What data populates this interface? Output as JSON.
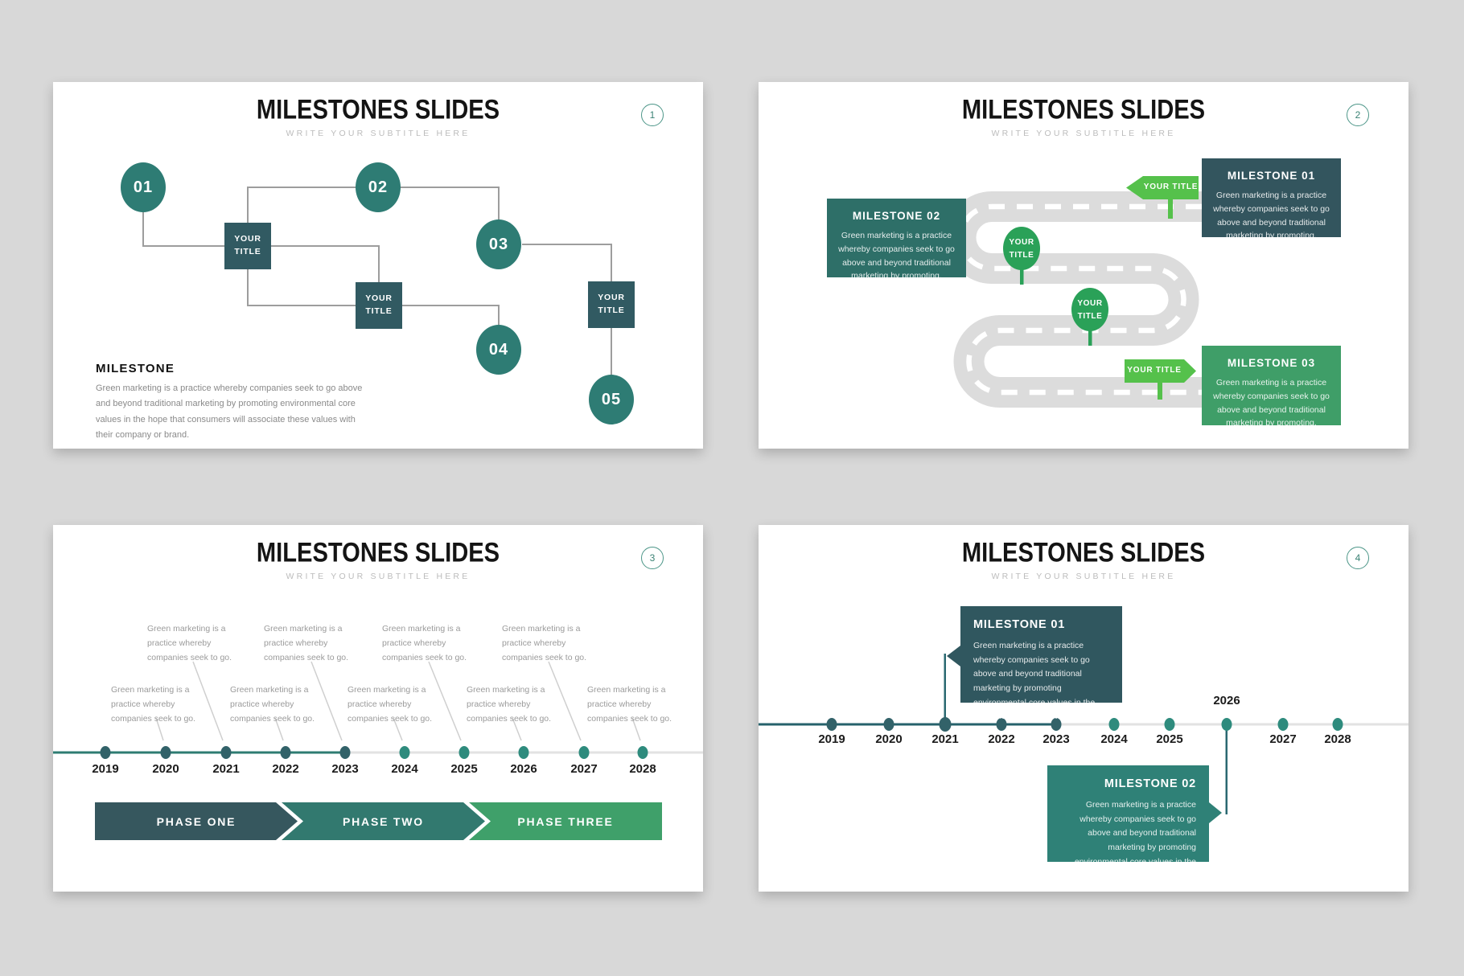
{
  "palette": {
    "background": "#d8d8d8",
    "node_teal": "#2e7c74",
    "dark_slate": "#33555e",
    "slate_box": "#315a62",
    "teal_box": "#2e6f68",
    "green_box": "#3f9e68",
    "sea_teal_box": "#2f8177",
    "bright_green": "#55c14b",
    "pin_green": "#2aa158",
    "road_gray": "#dcdcdc",
    "timeline_teal": "#2e7c72",
    "timeline_dark_teal": "#26616b",
    "timeline_gray": "#e2e2e2",
    "dot_dark": "#326269",
    "dot_green": "#2e8b7d",
    "phase_one": "#36575e",
    "phase_two": "#32796f",
    "phase_three": "#3fa06a",
    "badge_outline": "#4c9688"
  },
  "slides": [
    {
      "badge": "1",
      "title": "MILESTONES SLIDES",
      "subtitle": "WRITE YOUR SUBTITLE HERE",
      "flowchart": {
        "nodes": [
          "01",
          "02",
          "03",
          "04",
          "05"
        ],
        "box_labels": [
          "YOUR TITLE",
          "YOUR TITLE",
          "YOUR TITLE"
        ],
        "section_heading": "MILESTONE",
        "section_body": "Green marketing is a practice whereby companies seek to go above and beyond traditional marketing by promoting environmental core values in the hope that consumers will associate these values with their company or brand."
      }
    },
    {
      "badge": "2",
      "title": "MILESTONES SLIDES",
      "subtitle": "WRITE YOUR SUBTITLE HERE",
      "roadmap": {
        "milestones": [
          {
            "label": "MILESTONE 01",
            "body": "Green marketing is a practice whereby companies seek to go above and beyond traditional marketing by promoting."
          },
          {
            "label": "MILESTONE 02",
            "body": "Green marketing is a practice whereby companies seek to go above and beyond traditional marketing by promoting."
          },
          {
            "label": "MILESTONE 03",
            "body": "Green marketing is a practice whereby companies seek to go above and beyond traditional marketing by promoting."
          }
        ],
        "signs": [
          {
            "label": "YOUR TITLE"
          },
          {
            "label": "YOUR TITLE"
          }
        ],
        "pins": [
          {
            "label": "YOUR TITLE"
          },
          {
            "label": "YOUR TITLE"
          }
        ]
      }
    },
    {
      "badge": "3",
      "title": "MILESTONES SLIDES",
      "subtitle": "WRITE YOUR SUBTITLE HERE",
      "timeline": {
        "years": [
          "2019",
          "2020",
          "2021",
          "2022",
          "2023",
          "2024",
          "2025",
          "2026",
          "2027",
          "2028"
        ],
        "callout_lines": [
          "Green marketing is a",
          "practice whereby",
          "companies seek to go."
        ],
        "phases": [
          {
            "label": "PHASE ONE"
          },
          {
            "label": "PHASE TWO"
          },
          {
            "label": "PHASE THREE"
          }
        ]
      }
    },
    {
      "badge": "4",
      "title": "MILESTONES SLIDES",
      "subtitle": "WRITE YOUR SUBTITLE HERE",
      "timeline": {
        "years": [
          "2019",
          "2020",
          "2021",
          "2022",
          "2023",
          "2024",
          "2025",
          "2026",
          "2027",
          "2028"
        ],
        "highlight_year": "2026",
        "milestones": [
          {
            "label": "MILESTONE 01",
            "body": "Green marketing is a practice whereby companies seek to go above and beyond traditional marketing by promoting environmental core values in the hope that consumers will."
          },
          {
            "label": "MILESTONE 02",
            "body": "Green marketing is a practice whereby companies seek to go above and beyond traditional marketing by promoting environmental core values in the hope that consumers will."
          }
        ]
      }
    }
  ]
}
